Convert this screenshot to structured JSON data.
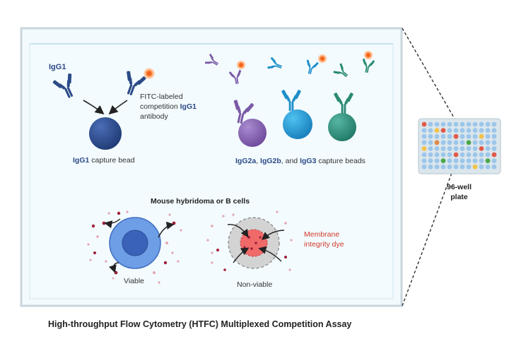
{
  "igg1_title": "IgG1",
  "fitc": {
    "line1": "FITC-labeled",
    "line2_pre": "competition ",
    "line2_bold": "IgG1",
    "line3": "antibody"
  },
  "igg1_bead": {
    "bold": "IgG1",
    "rest": " capture bead"
  },
  "other_beads": {
    "igg2a": "IgG2a",
    "sep1": ", ",
    "igg2b": "IgG2b",
    "sep2": ", and ",
    "igg3": "IgG3",
    "rest": " capture beads"
  },
  "cells_title": "Mouse hybridoma or B cells",
  "viable": "Viable",
  "nonviable": "Non-viable",
  "dye": {
    "line1": "Membrane",
    "line2": "integrity dye"
  },
  "plate": {
    "line1": "96-well",
    "line2": "plate"
  },
  "title": "High-throughput Flow Cytometry (HTFC) Multiplexed Competition Assay",
  "colors": {
    "igg1": "#2c4a86",
    "igg2a": "#7b5aa6",
    "igg2b": "#1f8fc9",
    "igg3": "#2a8a74",
    "fitc": "#f0641e",
    "dye_text": "#d03a2a",
    "cell": "#6e9ee6",
    "dot": "#a0203a"
  }
}
